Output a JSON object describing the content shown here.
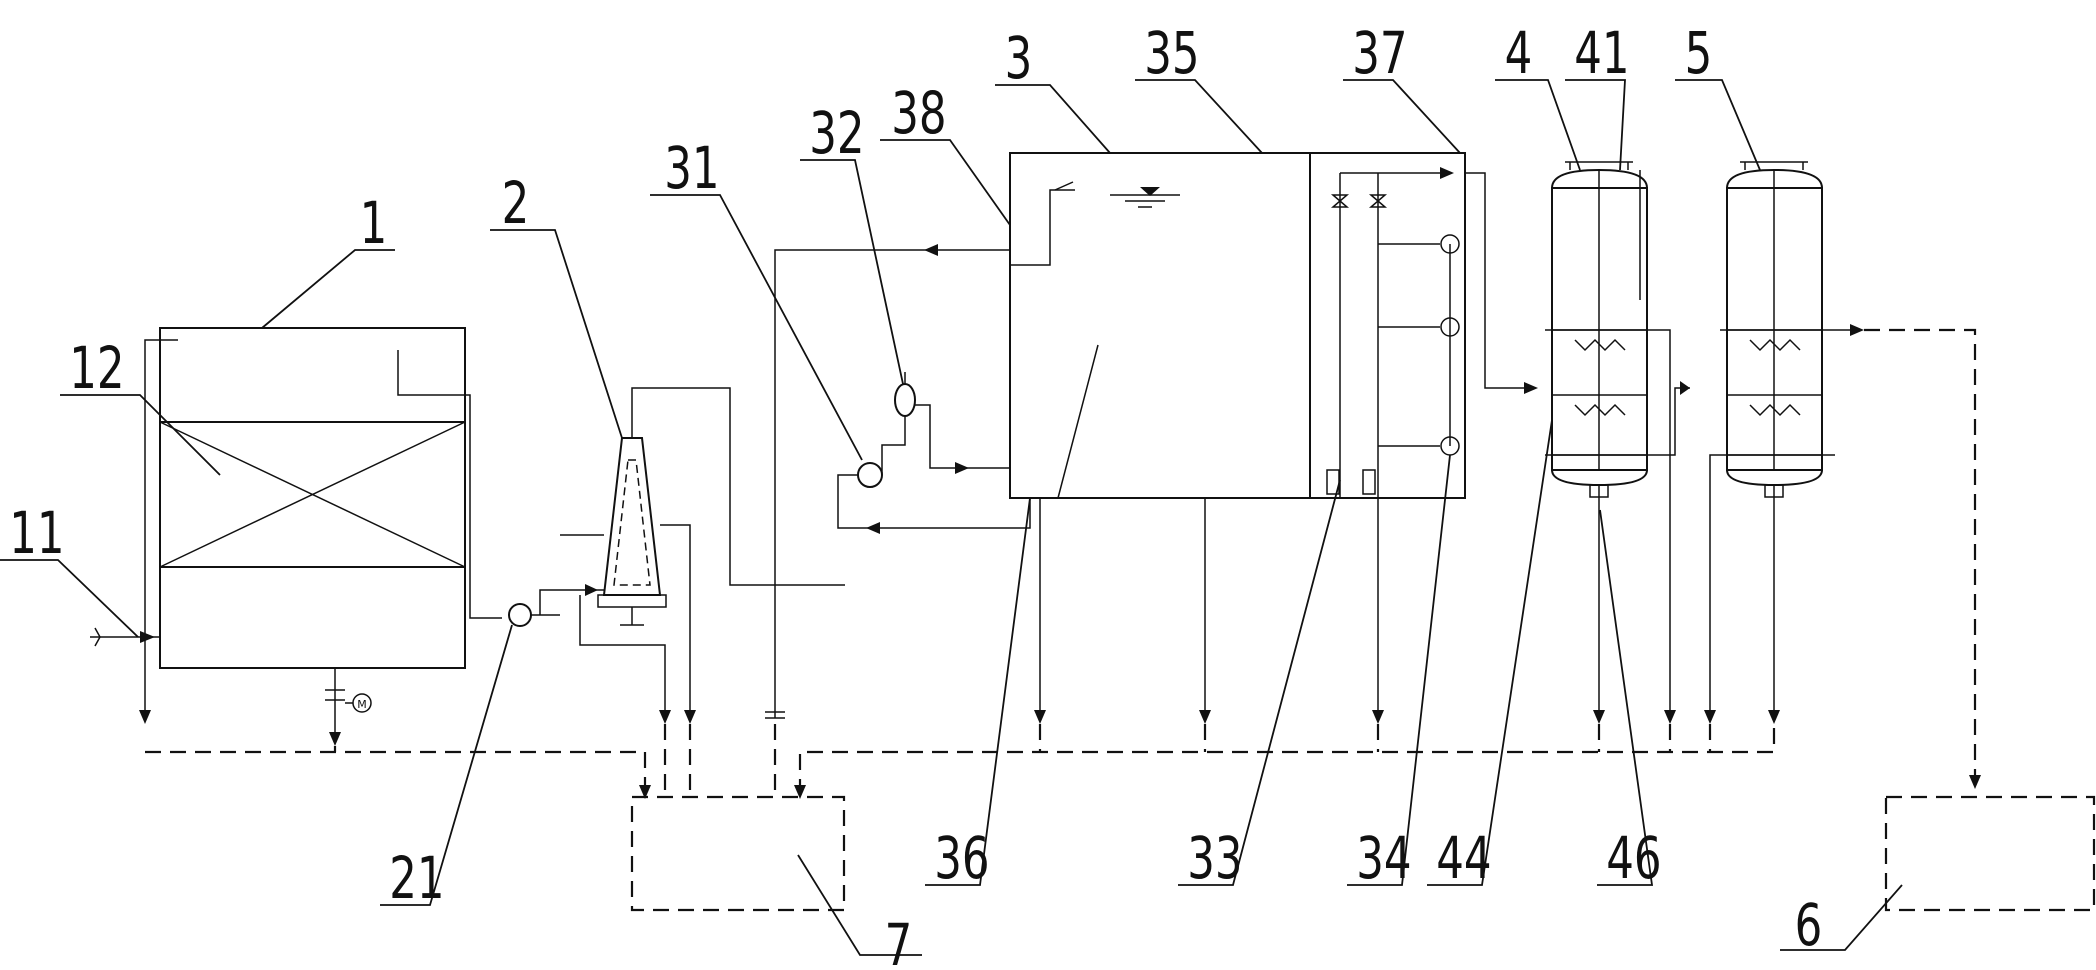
{
  "labels": {
    "l1": "1",
    "l2": "2",
    "l3": "3",
    "l4": "4",
    "l5": "5",
    "l6": "6",
    "l7": "7",
    "l11": "11",
    "l12": "12",
    "l21": "21",
    "l31": "31",
    "l32": "32",
    "l33": "33",
    "l34": "34",
    "l35": "35",
    "l36": "36",
    "l37": "37",
    "l38": "38",
    "l41": "41",
    "l44": "44",
    "l46": "46"
  },
  "symbols": {
    "motor": "M"
  }
}
